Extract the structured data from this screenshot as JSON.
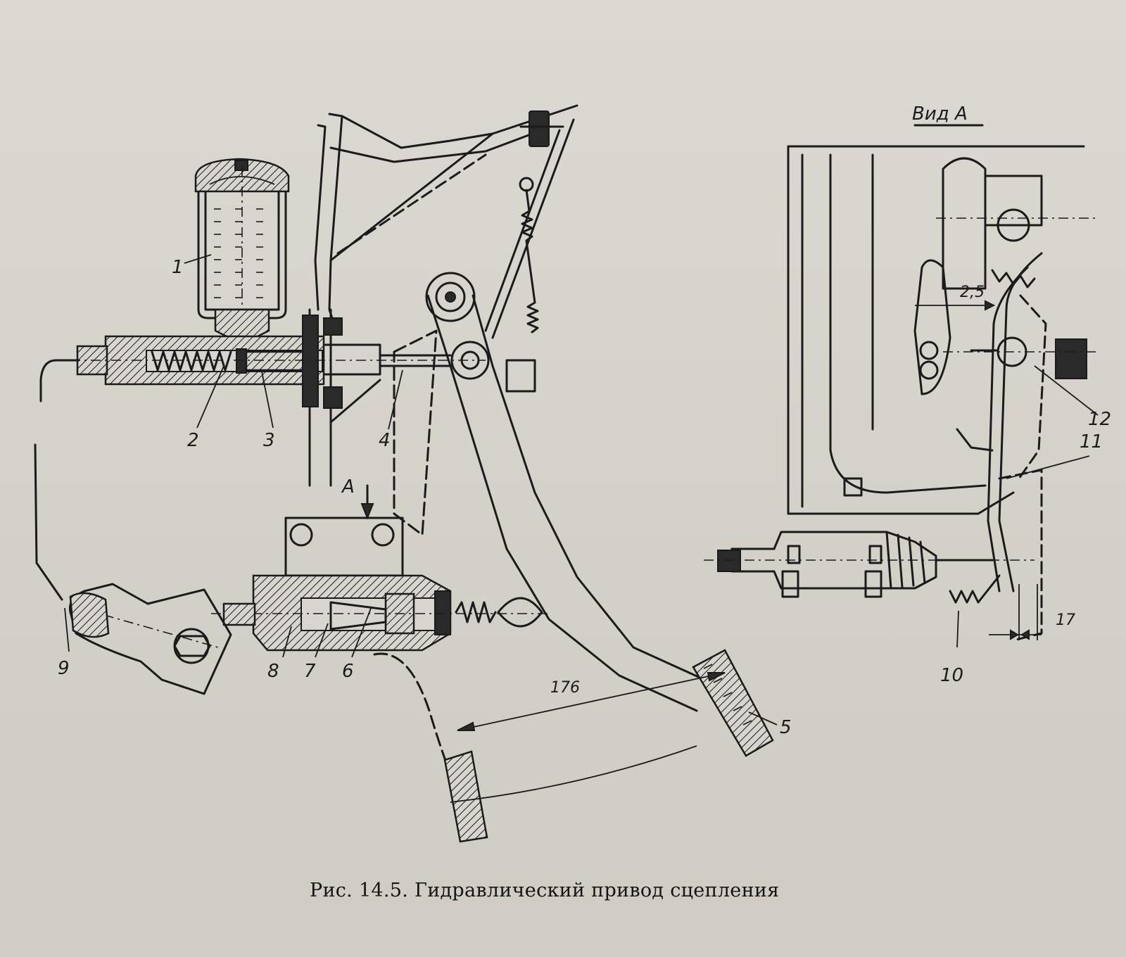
{
  "figure": {
    "caption": "Рис. 14.5. Гидравлический привод сцепления",
    "view_title": "Вид А",
    "view_arrow_label": "А"
  },
  "callouts": {
    "n1": "1",
    "n2": "2",
    "n3": "3",
    "n4": "4",
    "n5": "5",
    "n6": "6",
    "n7": "7",
    "n8": "8",
    "n9": "9",
    "n10": "10",
    "n11": "11",
    "n12": "12"
  },
  "dimensions": {
    "pedal_travel": "176",
    "gap": "2,5",
    "clearance": "17"
  }
}
